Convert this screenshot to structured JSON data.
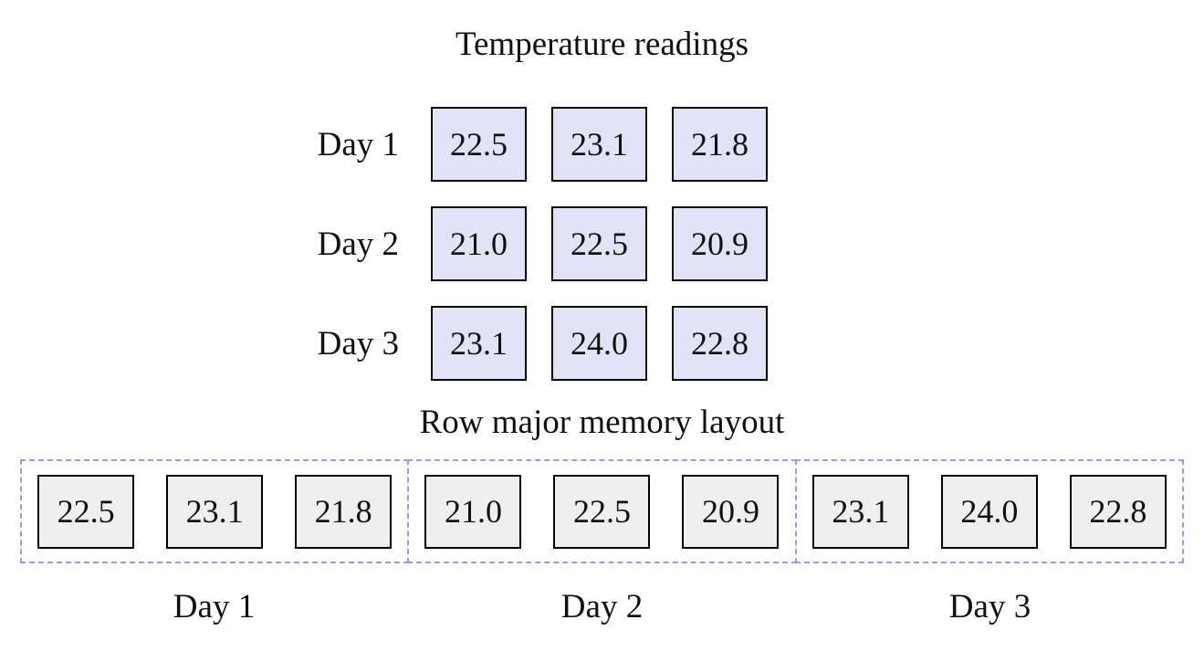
{
  "matrix_section": {
    "title": "Temperature readings",
    "rows": [
      {
        "label": "Day 1",
        "values": [
          "22.5",
          "23.1",
          "21.8"
        ]
      },
      {
        "label": "Day 2",
        "values": [
          "21.0",
          "22.5",
          "20.9"
        ]
      },
      {
        "label": "Day 3",
        "values": [
          "23.1",
          "24.0",
          "22.8"
        ]
      }
    ]
  },
  "memory_section": {
    "title": "Row major memory layout",
    "groups": [
      {
        "label": "Day 1",
        "values": [
          "22.5",
          "23.1",
          "21.8"
        ]
      },
      {
        "label": "Day 2",
        "values": [
          "21.0",
          "22.5",
          "20.9"
        ]
      },
      {
        "label": "Day 3",
        "values": [
          "23.1",
          "24.0",
          "22.8"
        ]
      }
    ]
  },
  "colors": {
    "matrix_cell_fill": "#e3e3f8",
    "memory_cell_fill": "#efefef",
    "cell_border": "#000000",
    "group_dashed_border": "#9a9aec",
    "text": "#111111",
    "background": "#ffffff"
  }
}
